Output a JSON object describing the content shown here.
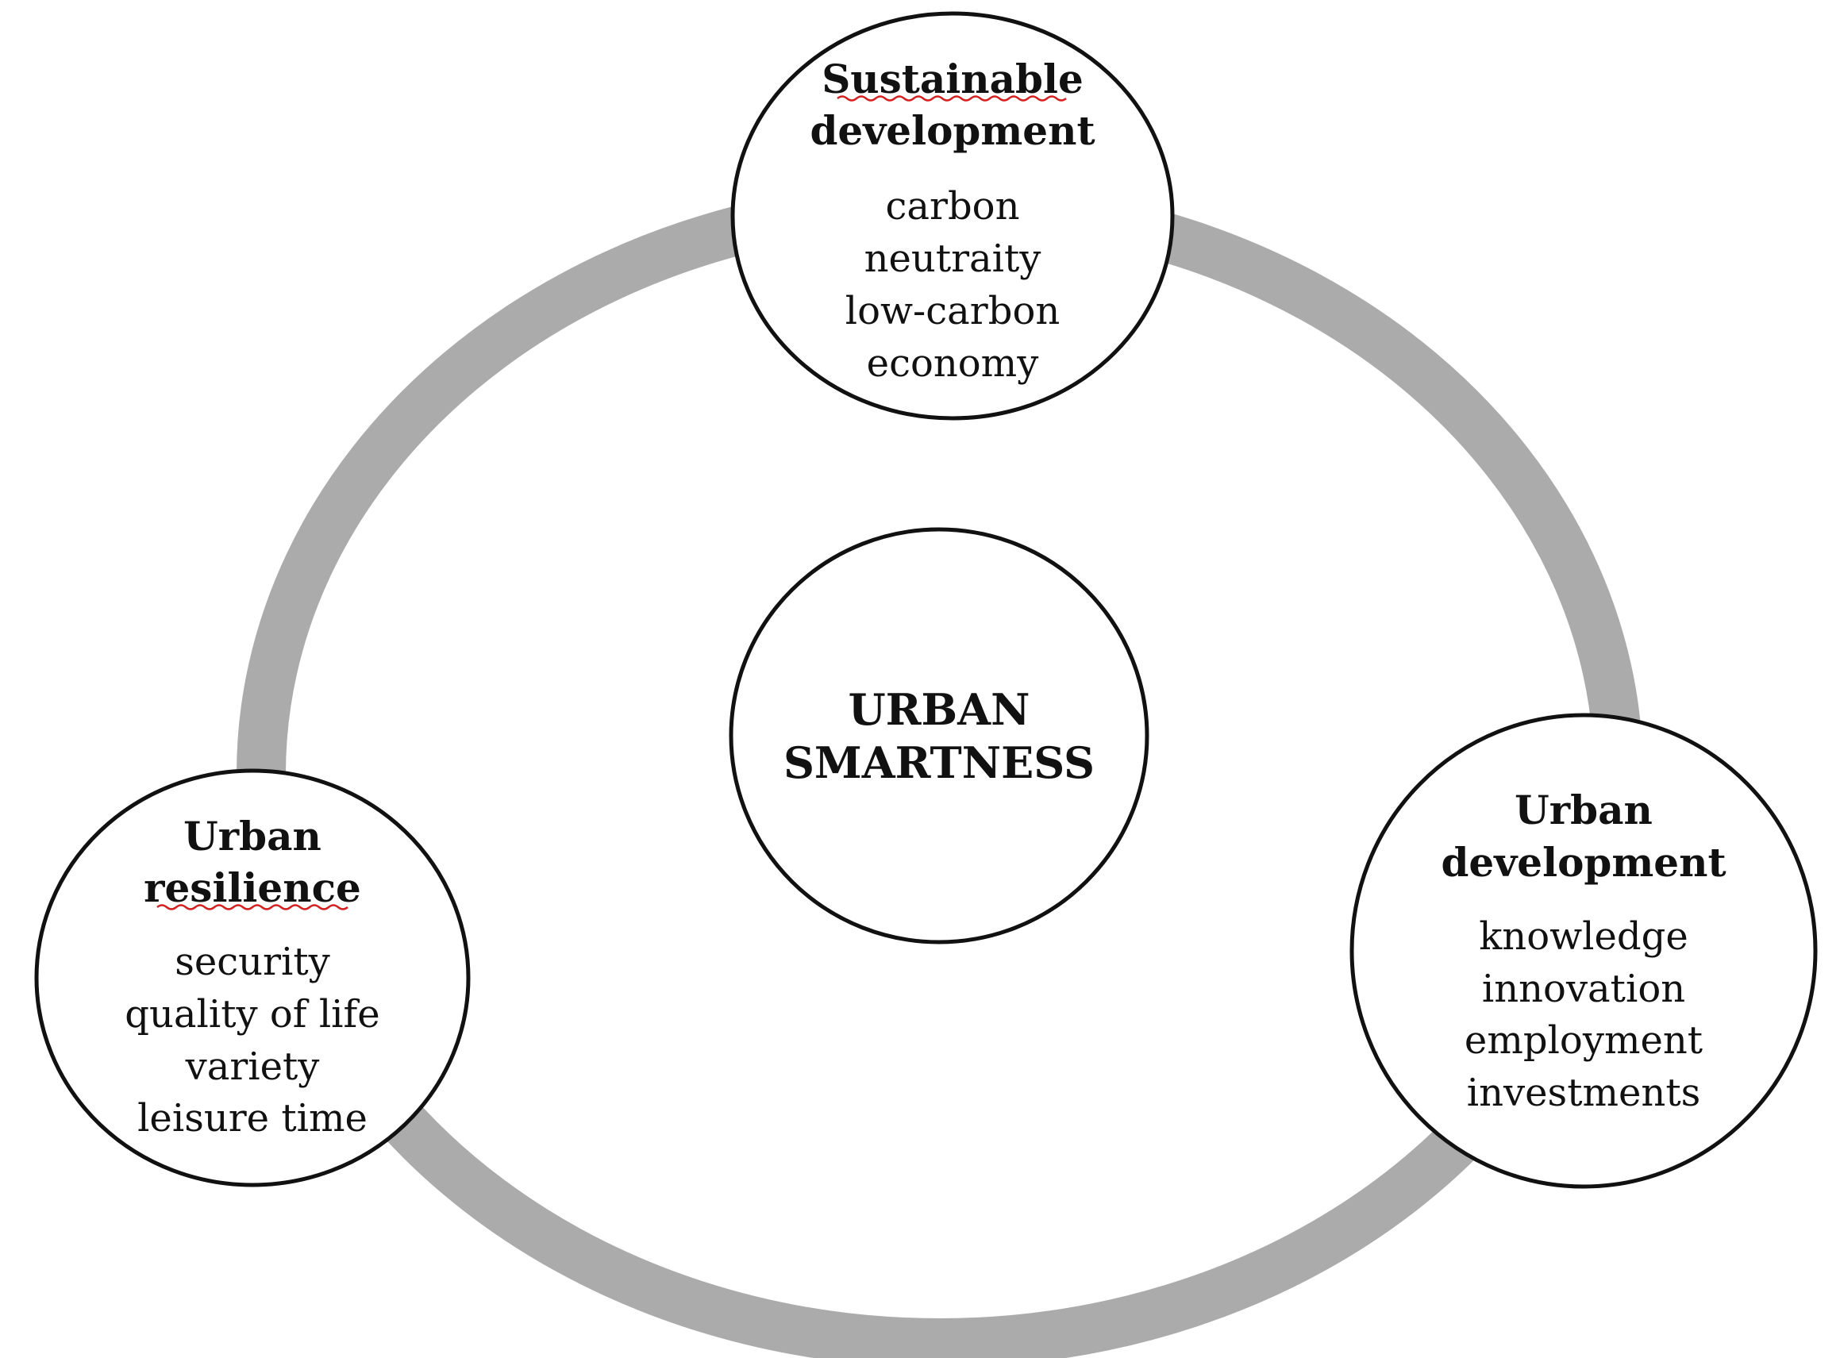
{
  "colors": {
    "ring": "#ababab",
    "node_stroke": "#111111",
    "node_fill": "#ffffff",
    "spellcheck_underline": "#d42020"
  },
  "center": {
    "lines": [
      "URBAN",
      "SMARTNESS"
    ]
  },
  "nodes": {
    "sustainable": {
      "title_lines": [
        "Sustainable",
        "development"
      ],
      "items": [
        "carbon",
        "neutraity",
        "low-carbon",
        "economy"
      ]
    },
    "development": {
      "title_lines": [
        "Urban",
        "development"
      ],
      "items": [
        "knowledge",
        "innovation",
        "employment",
        "investments"
      ]
    },
    "resilience": {
      "title_lines": [
        "Urban",
        "resilience"
      ],
      "items": [
        "security",
        "quality of life",
        "variety",
        "leisure time"
      ]
    }
  }
}
